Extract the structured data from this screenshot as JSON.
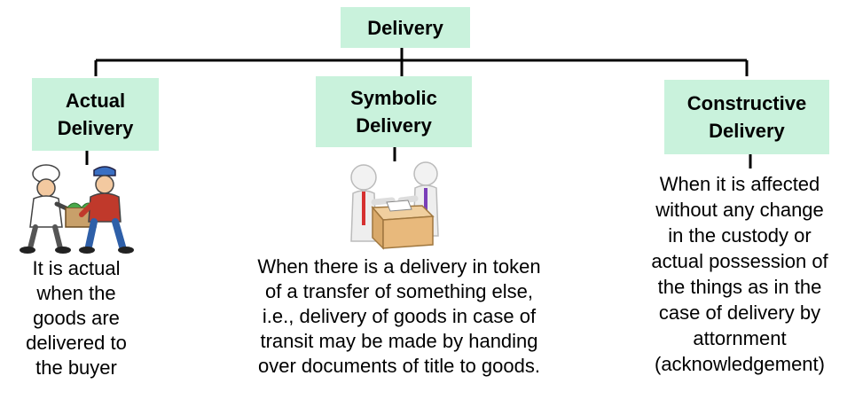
{
  "diagram": {
    "root": {
      "label": "Delivery"
    },
    "branches": [
      {
        "id": "actual",
        "label": "Actual\nDelivery",
        "description": "It is actual\nwhen the\ngoods are\ndelivered to\nthe buyer",
        "icon": "handover-goods-icon"
      },
      {
        "id": "symbolic",
        "label": "Symbolic\nDelivery",
        "description": "When there is a delivery in token\nof a transfer of something else,\ni.e., delivery of goods in case of\ntransit may be made by handing\nover documents of title to goods.",
        "icon": "document-handover-icon"
      },
      {
        "id": "constructive",
        "label": "Constructive\nDelivery",
        "description": "When it is affected\nwithout any change\nin the custody or\nactual possession of\nthe things as in the\ncase of delivery by\nattornment\n(acknowledgement)",
        "icon": ""
      }
    ],
    "colors": {
      "box_fill": "#c9f2dc",
      "line": "#000000"
    }
  }
}
